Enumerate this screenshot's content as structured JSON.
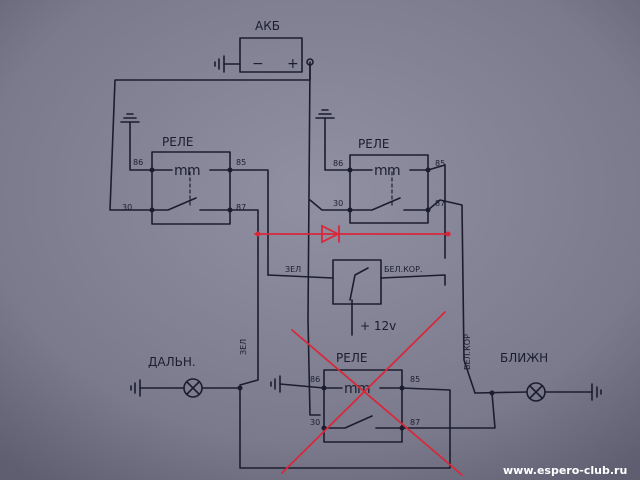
{
  "battery": {
    "label": "АКБ",
    "minus": "−",
    "plus": "+"
  },
  "relay_left": {
    "label": "РЕЛЕ",
    "pin86": "86",
    "pin85": "85",
    "pin30": "30",
    "pin87": "87",
    "coil": "m"
  },
  "relay_right": {
    "label": "РЕЛЕ",
    "pin86": "86",
    "pin85": "85",
    "pin30": "30",
    "pin87": "87",
    "coil": "m"
  },
  "relay_bottom": {
    "label": "РЕЛЕ",
    "pin86": "86",
    "pin85": "85",
    "pin30": "30",
    "pin87": "87",
    "coil": "m"
  },
  "wires": {
    "green_top": "ЗЕЛ",
    "green_vertical": "ЗЕЛ",
    "white_brown_top": "БЕЛ.КОР.",
    "white_brown_vertical": "БЕЛ.КОР"
  },
  "supply": {
    "label": "+ 12v"
  },
  "lamps": {
    "high_beam": "ДАЛЬН.",
    "low_beam": "БЛИЖН"
  },
  "watermark": "www.espero-club.ru",
  "colors": {
    "ink": "#1c1d2c",
    "paper": "#7d7d8e",
    "red_mark": "#d8283a"
  }
}
